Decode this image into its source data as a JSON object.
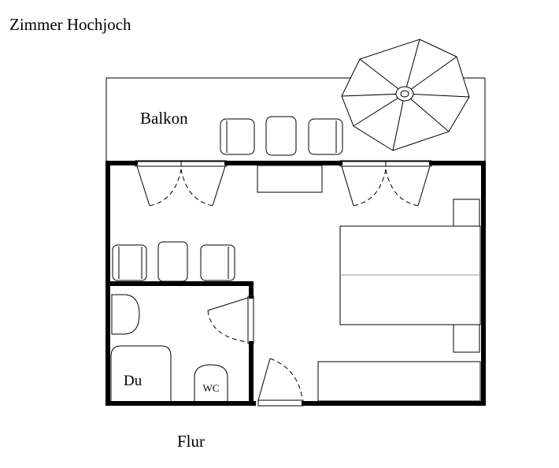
{
  "title": "Zimmer Hochjoch",
  "labels": {
    "balcony": "Balkon",
    "shower": "Du",
    "wc": "WC",
    "hallway": "Flur"
  },
  "colors": {
    "ink": "#000000",
    "paper": "#ffffff",
    "bed_divider": "#999999"
  }
}
